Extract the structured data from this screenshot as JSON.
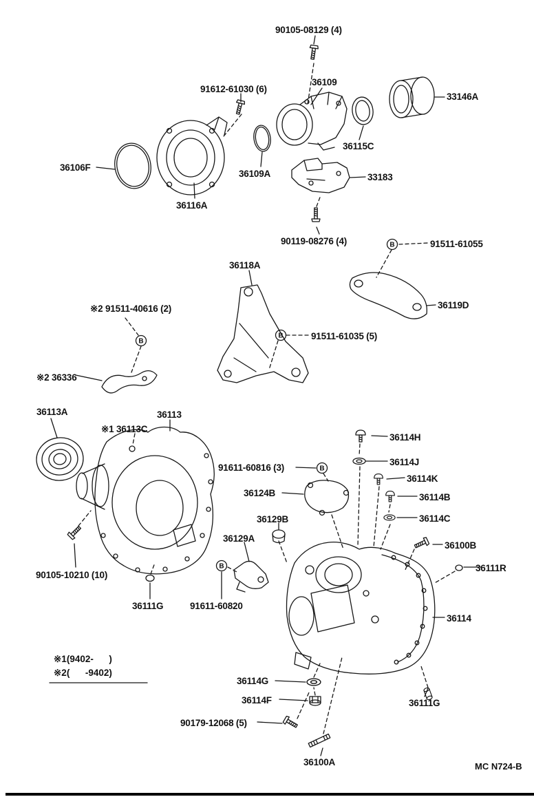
{
  "page": {
    "footer_code": "MC N724-B",
    "b_marker": "B",
    "notes": {
      "line1": "※1(9402-      )",
      "line2": "※2(      -9402)"
    }
  },
  "labels": {
    "p90105_08129": "90105-08129 (4)",
    "p91612_61030": "91612-61030 (6)",
    "p36109": "36109",
    "p33146A": "33146A",
    "p36106F": "36106F",
    "p36115C": "36115C",
    "p36109A": "36109A",
    "p33183": "33183",
    "p36116A": "36116A",
    "p90119_08276": "90119-08276 (4)",
    "p91511_61055": "91511-61055",
    "p36118A": "36118A",
    "p36119D": "36119D",
    "p91511_40616": "※2 91511-40616 (2)",
    "p91511_61035": "91511-61035 (5)",
    "p36336": "※2 36336",
    "p36113A": "36113A",
    "p36113": "36113",
    "p36113C": "※1 36113C",
    "p91611_60816": "91611-60816 (3)",
    "p36114H": "36114H",
    "p36114J": "36114J",
    "p36114K": "36114K",
    "p36124B": "36124B",
    "p36114B": "36114B",
    "p36114C": "36114C",
    "p36129B": "36129B",
    "p36129A": "36129A",
    "p36100B": "36100B",
    "p36111R": "36111R",
    "p90105_10210": "90105-10210 (10)",
    "p36111G_left": "36111G",
    "p91611_60820": "91611-60820",
    "p36114": "36114",
    "p36114G": "36114G",
    "p36114F": "36114F",
    "p90179_12068": "90179-12068 (5)",
    "p36111G_bottom": "36111G",
    "p36100A": "36100A"
  }
}
